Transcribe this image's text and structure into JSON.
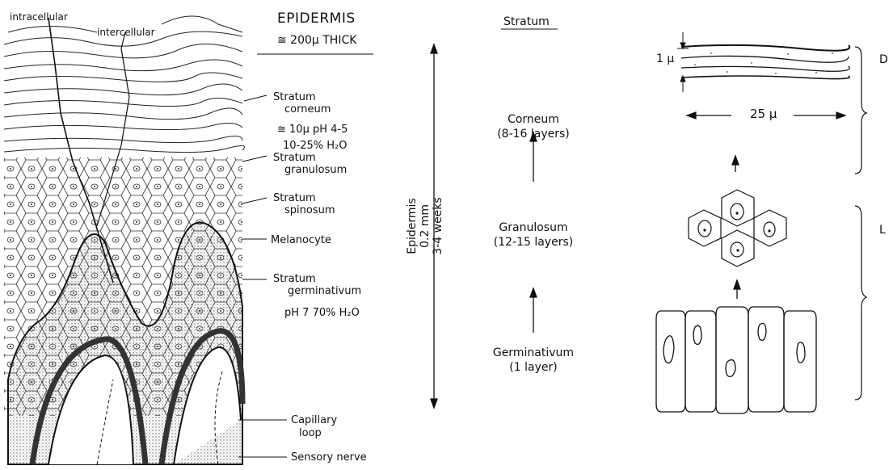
{
  "skin_panel": {
    "title": "EPIDERMIS",
    "thickness": "≅ 200μ THICK",
    "intracellular": "intracellular",
    "intercellular": "intercellular",
    "corneum_1": "Stratum",
    "corneum_2": "corneum",
    "corneum_props_1": "≅ 10μ  pH 4-5",
    "corneum_props_2": "10-25% H₂O",
    "granulosum_1": "Stratum",
    "granulosum_2": "granulosum",
    "spinosum_1": "Stratum",
    "spinosum_2": "spinosum",
    "melanocyte": "Melanocyte",
    "germinativum_1": "Stratum",
    "germinativum_2": "germinativum",
    "germinativum_props": "pH 7   70% H₂O",
    "capillary_1": "Capillary",
    "capillary_2": "loop",
    "sensory": "Sensory nerve"
  },
  "stratum_panel": {
    "heading": "Stratum",
    "corneum": "Corneum",
    "corneum_layers": "(8-16 layers)",
    "granulosum": "Granulosum",
    "granulosum_layers": "(12-15 layers)",
    "germinativum": "Germinativum",
    "germinativum_layers": "(1 layer)",
    "epidermis_1": "Epidermis",
    "epidermis_2": "0.2 mm",
    "epidermis_3": "3-4 weeks"
  },
  "cells_panel": {
    "layer_thickness": "1 μ",
    "cell_width": "25 μ",
    "right_label_1": "D",
    "right_label_2": "L"
  }
}
